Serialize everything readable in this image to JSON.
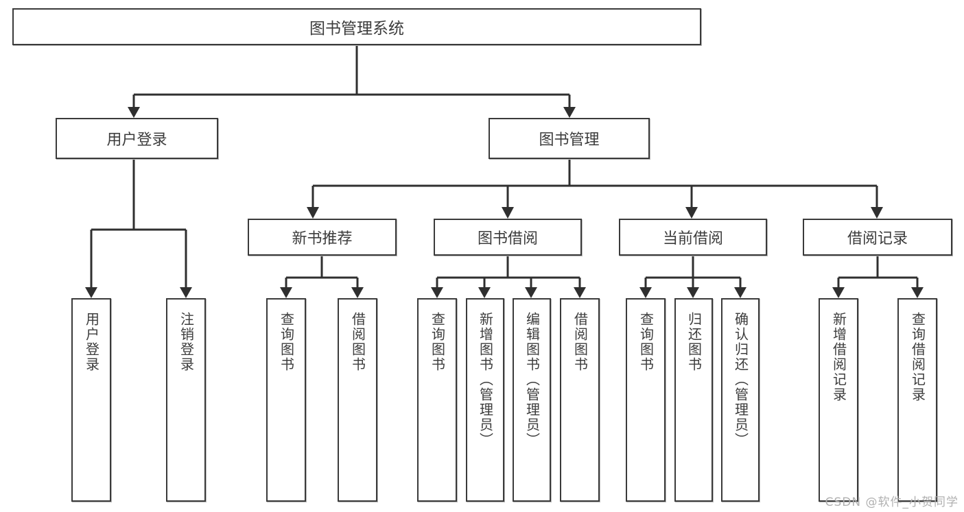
{
  "diagram": {
    "title": "图书管理系统",
    "type": "tree",
    "root": {
      "id": "root",
      "label": "图书管理系统"
    },
    "level2": [
      {
        "id": "user-login",
        "label": "用户登录"
      },
      {
        "id": "book-manage",
        "label": "图书管理"
      }
    ],
    "level3": [
      {
        "id": "new-book-rec",
        "label": "新书推荐",
        "parent": "book-manage"
      },
      {
        "id": "book-borrow",
        "label": "图书借阅",
        "parent": "book-manage"
      },
      {
        "id": "current-borrow",
        "label": "当前借阅",
        "parent": "book-manage"
      },
      {
        "id": "borrow-record",
        "label": "借阅记录",
        "parent": "book-manage"
      }
    ],
    "leaves": [
      {
        "id": "leaf-user-login",
        "label": "用户登录",
        "parent": "user-login"
      },
      {
        "id": "leaf-user-logout",
        "label": "注销登录",
        "parent": "user-login"
      },
      {
        "id": "leaf-query-book-1",
        "label": "查询图书",
        "parent": "new-book-rec"
      },
      {
        "id": "leaf-borrow-book-1",
        "label": "借阅图书",
        "parent": "new-book-rec"
      },
      {
        "id": "leaf-query-book-2",
        "label": "查询图书",
        "parent": "book-borrow"
      },
      {
        "id": "leaf-add-book",
        "label": "新增图书（管理员）",
        "parent": "book-borrow"
      },
      {
        "id": "leaf-edit-book",
        "label": "编辑图书（管理员）",
        "parent": "book-borrow"
      },
      {
        "id": "leaf-borrow-book-2",
        "label": "借阅图书",
        "parent": "book-borrow"
      },
      {
        "id": "leaf-query-book-3",
        "label": "查询图书",
        "parent": "current-borrow"
      },
      {
        "id": "leaf-return-book",
        "label": "归还图书",
        "parent": "current-borrow"
      },
      {
        "id": "leaf-confirm-return",
        "label": "确认归还（管理员）",
        "parent": "current-borrow"
      },
      {
        "id": "leaf-add-record",
        "label": "新增借阅记录",
        "parent": "borrow-record"
      },
      {
        "id": "leaf-query-record",
        "label": "查询借阅记录",
        "parent": "borrow-record"
      }
    ]
  },
  "watermark": {
    "text": "CSDN @软件_小贺同学"
  },
  "colors": {
    "box_border": "#3a3a3a",
    "box_fill": "#ffffff",
    "connector": "#2f2f2f",
    "text": "#3c3c3c",
    "watermark": "#b0b0b0"
  }
}
